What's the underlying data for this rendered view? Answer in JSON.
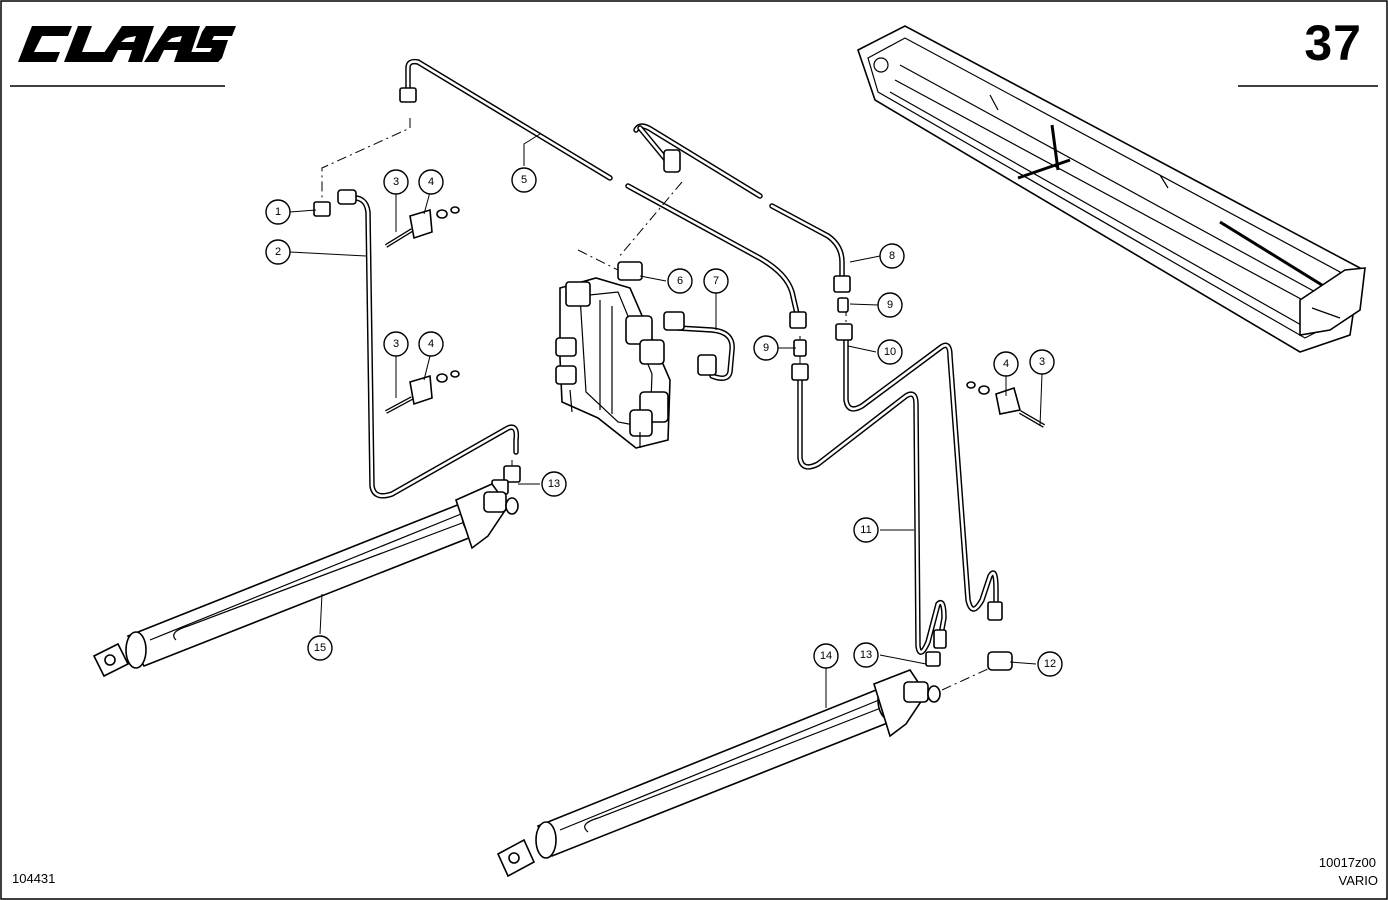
{
  "header": {
    "brand": "CLAAS",
    "page_number": "37"
  },
  "footer": {
    "doc_number": "104431",
    "drawing_code": "10017z00",
    "model": "VARIO"
  },
  "callouts": [
    {
      "id": "c1",
      "label": "1"
    },
    {
      "id": "c2",
      "label": "2"
    },
    {
      "id": "c3a",
      "label": "3"
    },
    {
      "id": "c4a",
      "label": "4"
    },
    {
      "id": "c3b",
      "label": "3"
    },
    {
      "id": "c4b",
      "label": "4"
    },
    {
      "id": "c5",
      "label": "5"
    },
    {
      "id": "c6",
      "label": "6"
    },
    {
      "id": "c7",
      "label": "7"
    },
    {
      "id": "c8",
      "label": "8"
    },
    {
      "id": "c9a",
      "label": "9"
    },
    {
      "id": "c9b",
      "label": "9"
    },
    {
      "id": "c10",
      "label": "10"
    },
    {
      "id": "c4c",
      "label": "4"
    },
    {
      "id": "c3c",
      "label": "3"
    },
    {
      "id": "c11",
      "label": "11"
    },
    {
      "id": "c12",
      "label": "12"
    },
    {
      "id": "c13a",
      "label": "13"
    },
    {
      "id": "c13b",
      "label": "13"
    },
    {
      "id": "c14",
      "label": "14"
    },
    {
      "id": "c15",
      "label": "15"
    }
  ]
}
